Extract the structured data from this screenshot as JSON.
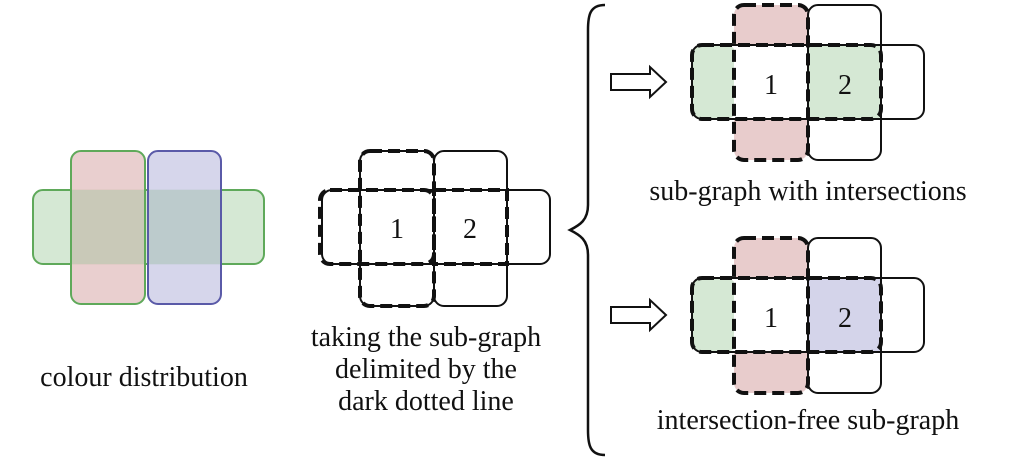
{
  "captions": {
    "colour_distribution": "colour distribution",
    "taking_line1": "taking the sub-graph",
    "taking_line2": "delimited by the",
    "taking_line3": "dark dotted line",
    "with_intersections": "sub-graph with intersections",
    "intersection_free": "intersection-free sub-graph"
  },
  "cell_labels": {
    "one": "1",
    "two": "2"
  },
  "colors": {
    "green_fill": "#d5e8d4",
    "green_stroke": "#5fa95a",
    "red_fill": "#e8cccc",
    "red_stroke": "#5fa95a",
    "blue_fill": "#d4d4ea",
    "blue_stroke": "#5a5aa8",
    "overlap_red_green": "#c9c9b8",
    "overlap_blue_green": "#bccbcc",
    "outline": "#111111"
  }
}
